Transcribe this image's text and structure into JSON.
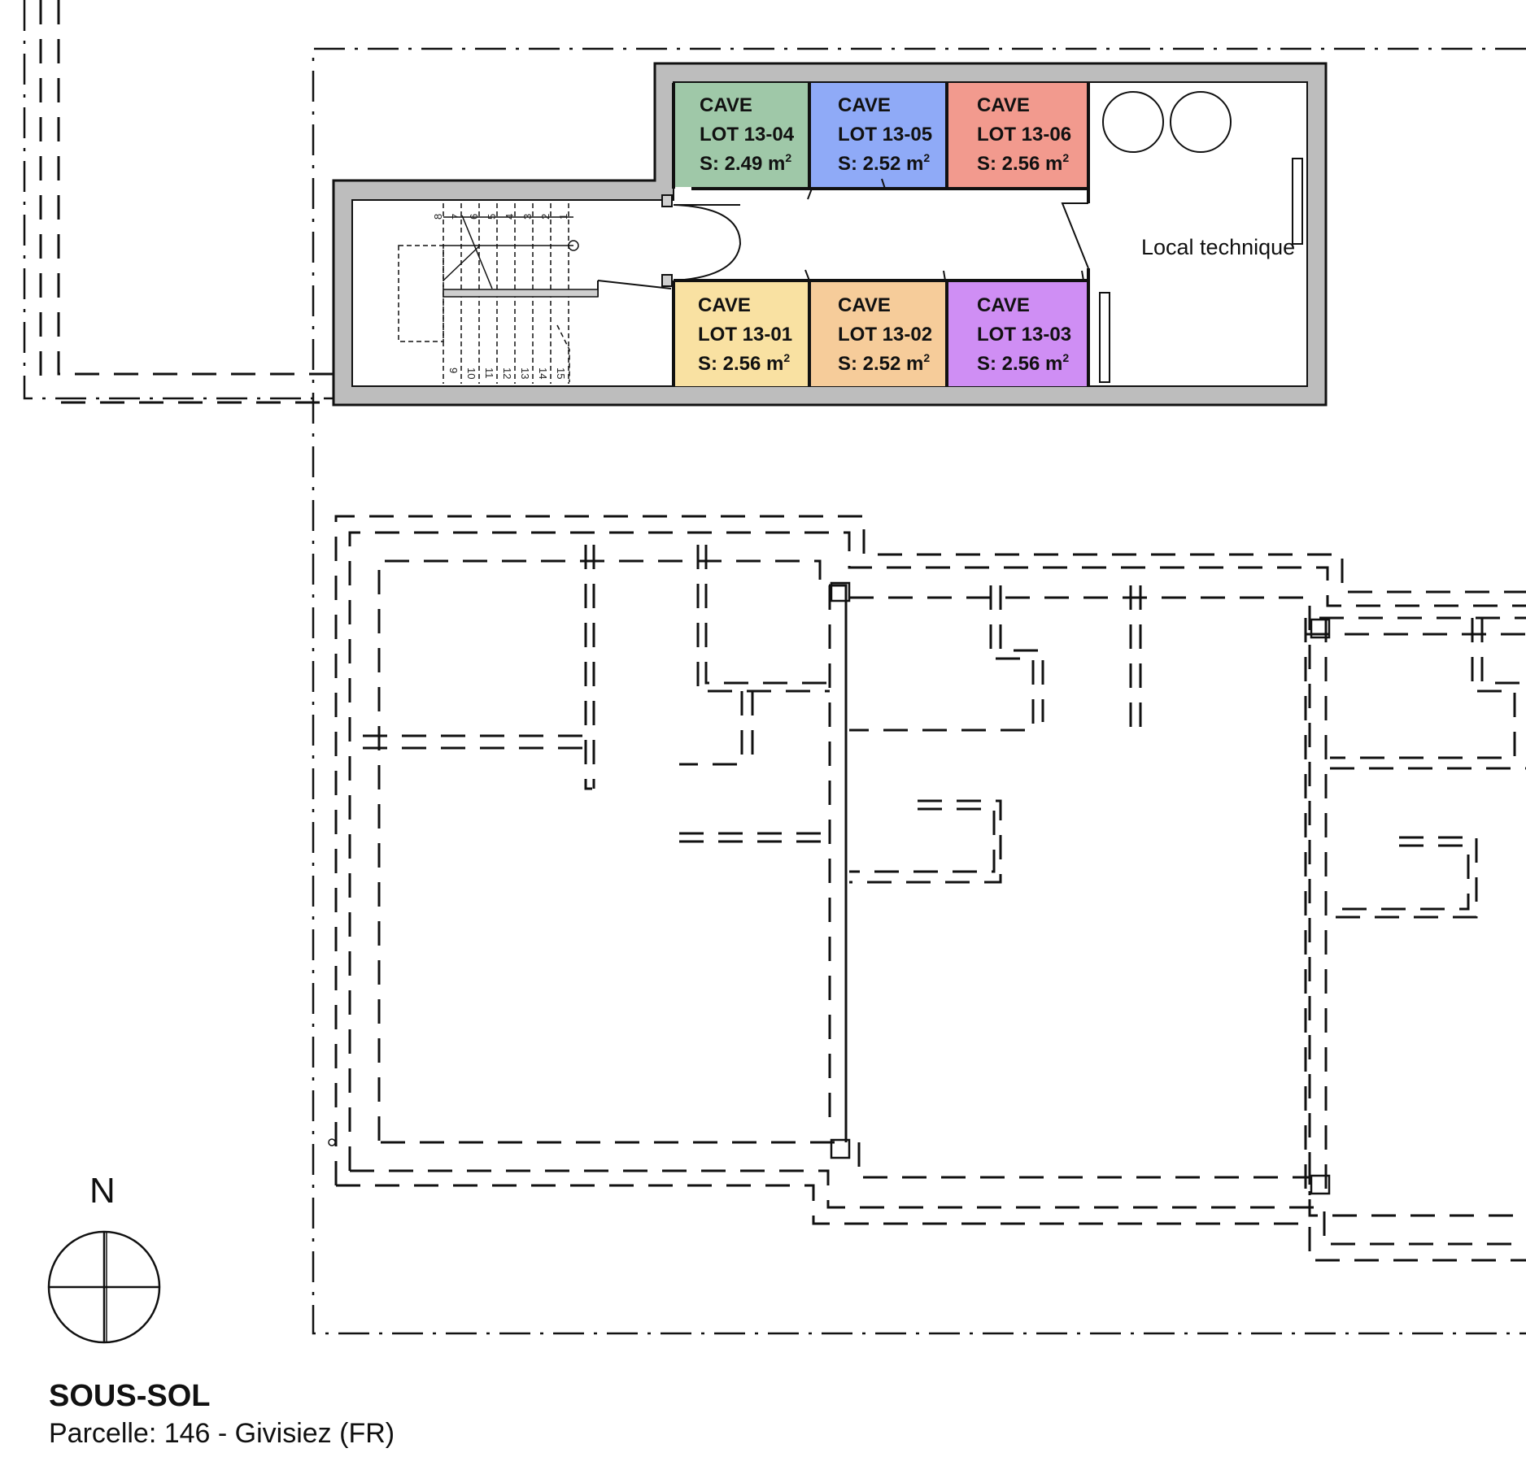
{
  "title": "SOUS-SOL",
  "subtitle": "Parcelle: 146 - Givisiez (FR)",
  "north_label": "N",
  "technical_room": {
    "label": "Local technique"
  },
  "caves": [
    {
      "id": "13-04",
      "line1": "CAVE",
      "line2": "LOT 13-04",
      "area": "S: 2.49 m",
      "sup": "2",
      "color": "#9fc8a8"
    },
    {
      "id": "13-05",
      "line1": "CAVE",
      "line2": "LOT 13-05",
      "area": "S: 2.52 m",
      "sup": "2",
      "color": "#8faaf7"
    },
    {
      "id": "13-06",
      "line1": "CAVE",
      "line2": "LOT 13-06",
      "area": "S: 2.56 m",
      "sup": "2",
      "color": "#f29a8e"
    },
    {
      "id": "13-01",
      "line1": "CAVE",
      "line2": "LOT 13-01",
      "area": "S: 2.56 m",
      "sup": "2",
      "color": "#f9e1a2"
    },
    {
      "id": "13-02",
      "line1": "CAVE",
      "line2": "LOT 13-02",
      "area": "S: 2.52 m",
      "sup": "2",
      "color": "#f6cc9a"
    },
    {
      "id": "13-03",
      "line1": "CAVE",
      "line2": "LOT 13-03",
      "area": "S: 2.56 m",
      "sup": "2",
      "color": "#cf8ef4"
    }
  ],
  "stair_numbers_top": [
    "8",
    "7",
    "6",
    "5",
    "4",
    "3",
    "2",
    "1"
  ],
  "stair_numbers_bottom": [
    "9",
    "10",
    "11",
    "12",
    "13",
    "14",
    "15"
  ]
}
